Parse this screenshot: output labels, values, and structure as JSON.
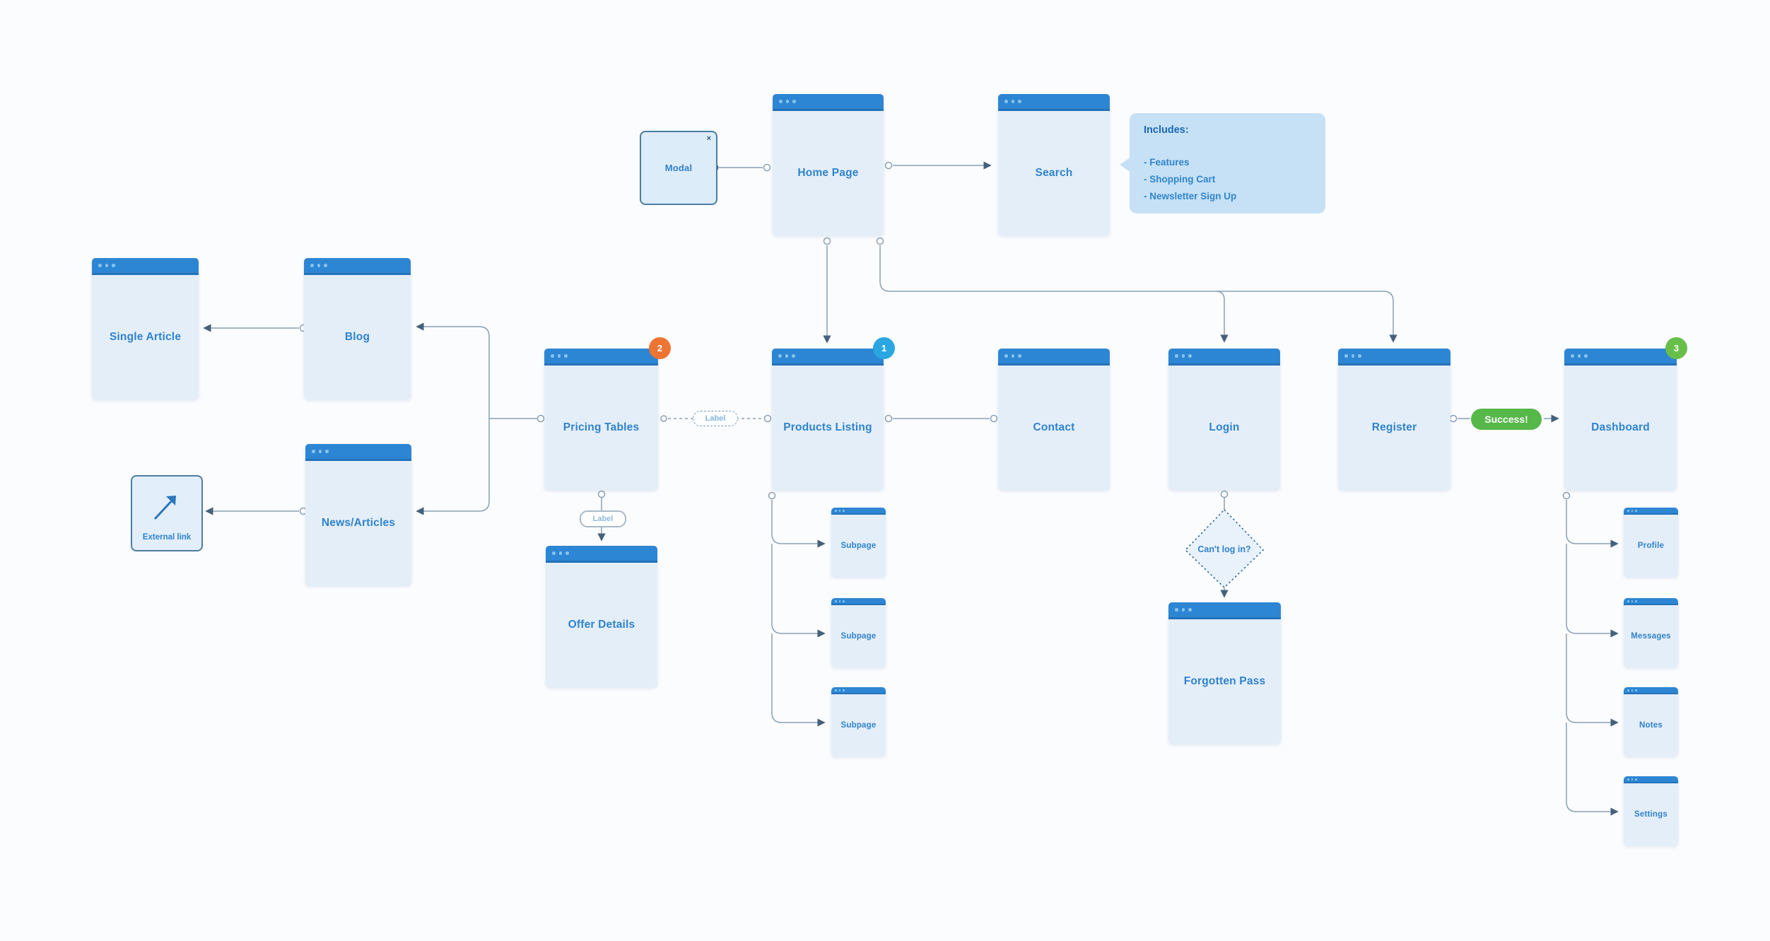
{
  "palette": {
    "titlebar_blue": "#2d86d3",
    "titlebar_edge": "#2472b9",
    "card_bg": "#e4eef9",
    "label_blue": "#2f83cd",
    "line_gray": "#8aa0b4",
    "badge_orange": "#ee7434",
    "badge_blue": "#2aa7e0",
    "badge_green": "#67bf4a",
    "success_green": "#55b848",
    "tooltip_bg": "#c6e0f5"
  },
  "nodes": {
    "modal": {
      "label": "Modal",
      "close_glyph": "×"
    },
    "home_page": {
      "label": "Home Page"
    },
    "search": {
      "label": "Search"
    },
    "single_article": {
      "label": "Single Article"
    },
    "blog": {
      "label": "Blog"
    },
    "news_articles": {
      "label": "News/Articles"
    },
    "external_link": {
      "label": "External link"
    },
    "pricing_tables": {
      "label": "Pricing Tables",
      "badge": "2"
    },
    "offer_details": {
      "label": "Offer Details"
    },
    "products_listing": {
      "label": "Products Listing",
      "badge": "1"
    },
    "contact": {
      "label": "Contact"
    },
    "login": {
      "label": "Login"
    },
    "cant_log_in": {
      "label": "Can't log in?"
    },
    "forgotten_pass": {
      "label": "Forgotten Pass"
    },
    "register": {
      "label": "Register"
    },
    "success_pill": {
      "label": "Success!"
    },
    "dashboard": {
      "label": "Dashboard",
      "badge": "3"
    },
    "label_pill_offer": {
      "label": "Label"
    },
    "label_pill_products": {
      "label": "Label"
    }
  },
  "subpages": {
    "products": [
      {
        "label": "Subpage"
      },
      {
        "label": "Subpage"
      },
      {
        "label": "Subpage"
      }
    ],
    "dashboard": [
      {
        "label": "Profile"
      },
      {
        "label": "Messages"
      },
      {
        "label": "Notes"
      },
      {
        "label": "Settings"
      }
    ]
  },
  "tooltip": {
    "heading": "Includes:",
    "items": [
      "- Features",
      "- Shopping Cart",
      "- Newsletter Sign Up"
    ]
  }
}
